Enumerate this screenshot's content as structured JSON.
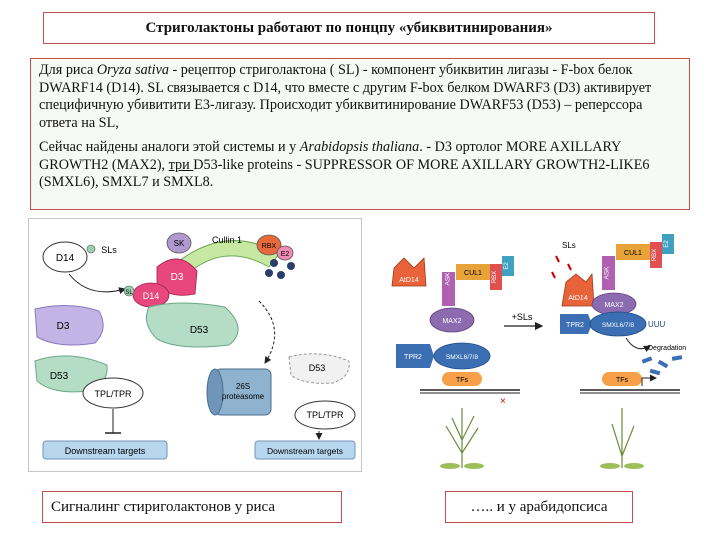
{
  "title": "Стриголактоны работают по понцпу «убиквитинирования»",
  "text": {
    "p1": {
      "a": "Для риса ",
      "b": "Oryza sativa",
      "c": " - рецептор стриголактона ( SL) - компонент убиквитин лигазы - F-box белок DWARF14 (D14). SL связывается с D14, что вместе с другим F-box белком DWARF3 (D3) активирует специфичную убивитити E3-лигазу. Происходит убиквитинирование DWARF53 (D53) – реперссора ответа на SL,"
    },
    "p2": {
      "a": "Сейчас найдены аналоги этой системы и у ",
      "b": "Arabidopsis thaliana",
      "c": ". - D3 ортолог MORE AXILLARY GROWTH2 (MAX2), ",
      "d": "три ",
      "e": "D53-like proteins - SUPPRESSOR OF MORE AXILLARY GROWTH2-LIKE6 (SMXL6), SMXL7 и SMXL8."
    }
  },
  "rice_diagram": {
    "d14": "D14",
    "sls": "SLs",
    "sk": "SK",
    "cullin": "Cullin 1",
    "rbx": "RBX",
    "e2": "E2",
    "d3_top": "D3",
    "d3": "D3",
    "d14_mid": "D14",
    "d53": "D53",
    "d53_left": "D53",
    "d53_deg": "D53",
    "tpl_left": "TPL/TPR",
    "tpl_right": "TPL/TPR",
    "proteasome_1": "26S",
    "proteasome_2": "proteasome",
    "downstream_left": "Downstream targets",
    "downstream_right": "Downstream targets",
    "sl_mark": "SL"
  },
  "ara_diagram": {
    "atd14": "AtD14",
    "ask": "ASK",
    "cul1": "CUL1",
    "rbx": "RBX",
    "e2": "E2",
    "max2": "MAX2",
    "tpr2": "TPR2",
    "smxl": "SMXL6/7/8",
    "tfs": "TFs",
    "plus_sls": "+SLs",
    "sls": "SLs",
    "atd14_r": "AtD14",
    "ask_r": "ASK",
    "cul1_r": "CUL1",
    "rbx_r": "RBX",
    "e2_r": "E2",
    "max2_r": "MAX2",
    "tpr2_r": "TPR2",
    "smxl_r": "SMXL6/7/8",
    "ub": "UUU",
    "degradation": "Degradation",
    "tfs_r": "TFs"
  },
  "captions": {
    "rice": "Сигналинг стириголактонов у риса",
    "ara": "….. и у арабидопсиса"
  },
  "colors": {
    "frame": "#c0504d",
    "text_bg": "#f5faf5",
    "d14_pink": "#e8477e",
    "d3_violet": "#c3b4e6",
    "d53_green": "#b5dcc4",
    "cullin_green": "#c6e8a0",
    "proteasome_blue": "#8fb3cf",
    "max2_purple": "#8d6bb0",
    "smxl_blue": "#3c6eb4",
    "tfs_orange": "#f6a04a",
    "atd14_orange": "#e8623a"
  }
}
